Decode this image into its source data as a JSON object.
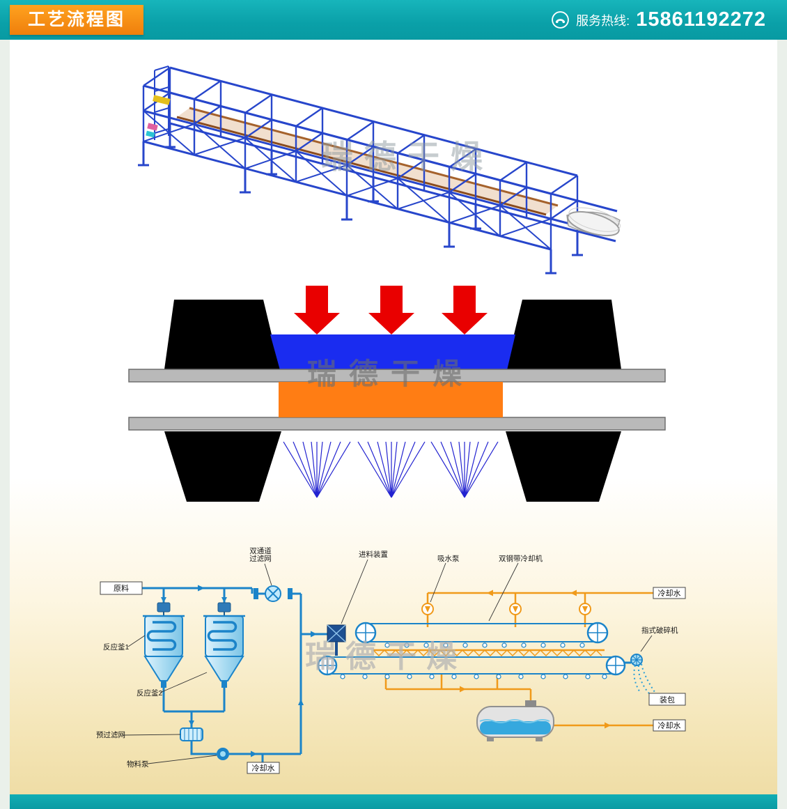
{
  "header": {
    "badge": "工艺流程图",
    "hotline_label": "服务热线:",
    "hotline_number": "15861192272",
    "phone_icon": "phone-icon"
  },
  "watermark": "瑞德干燥",
  "flow": {
    "labels": {
      "raw_material": "原料",
      "dual_filter_l1": "双通道",
      "dual_filter_l2": "过滤网",
      "feeder": "进料装置",
      "suction_pump": "吸水泵",
      "belt_cooler": "双钢带冷却机",
      "cooling_water_top": "冷却水",
      "cooling_water_mid": "冷却水",
      "cooling_water_bottom": "冷却水",
      "reactor1": "反应釜1",
      "reactor2": "反应釜2",
      "prefilter": "预过滤网",
      "material_pump": "物料泵",
      "crusher": "指式破碎机",
      "packing": "装包"
    }
  },
  "colors": {
    "teal_header": "#0aa0a8",
    "badge_orange": "#ef7f0c",
    "frame_blue": "#2746cb",
    "arrow_red": "#e90000",
    "material_blue": "#1a2cf0",
    "heat_orange": "#ff7d14",
    "pipe_blue": "#1b84c9",
    "pipe_orange": "#f09a1a"
  }
}
